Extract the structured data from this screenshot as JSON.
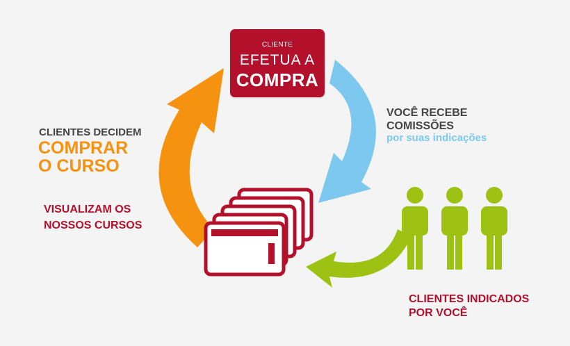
{
  "box": {
    "line1": "CLIENTE",
    "line2": "EFETUA A",
    "line3": "COMPRA"
  },
  "left_text": {
    "decidem": "CLIENTES DECIDEM",
    "comprar": "COMPRAR",
    "curso": "O CURSO",
    "visualizam_1": "VISUALIZAM OS",
    "visualizam_2": "NOSSOS CURSOS"
  },
  "right_text": {
    "recebe_1": "VOCÊ RECEBE",
    "recebe_2": "COMISSÕES",
    "recebe_3": "por suas indicações"
  },
  "bottom_text": {
    "indicados_1": "CLIENTES INDICADOS",
    "indicados_2": "POR VOCÊ"
  },
  "colors": {
    "crimson": "#b3102c",
    "orange": "#f5920f",
    "light_blue": "#7cc8ef",
    "green": "#9dc214",
    "dark_text": "#444444",
    "background": "#f4f4f4"
  },
  "icons": [
    "orange-cycle-arrow-icon",
    "blue-cycle-arrow-icon",
    "green-cycle-arrow-icon",
    "course-cards-icon",
    "people-icon"
  ]
}
